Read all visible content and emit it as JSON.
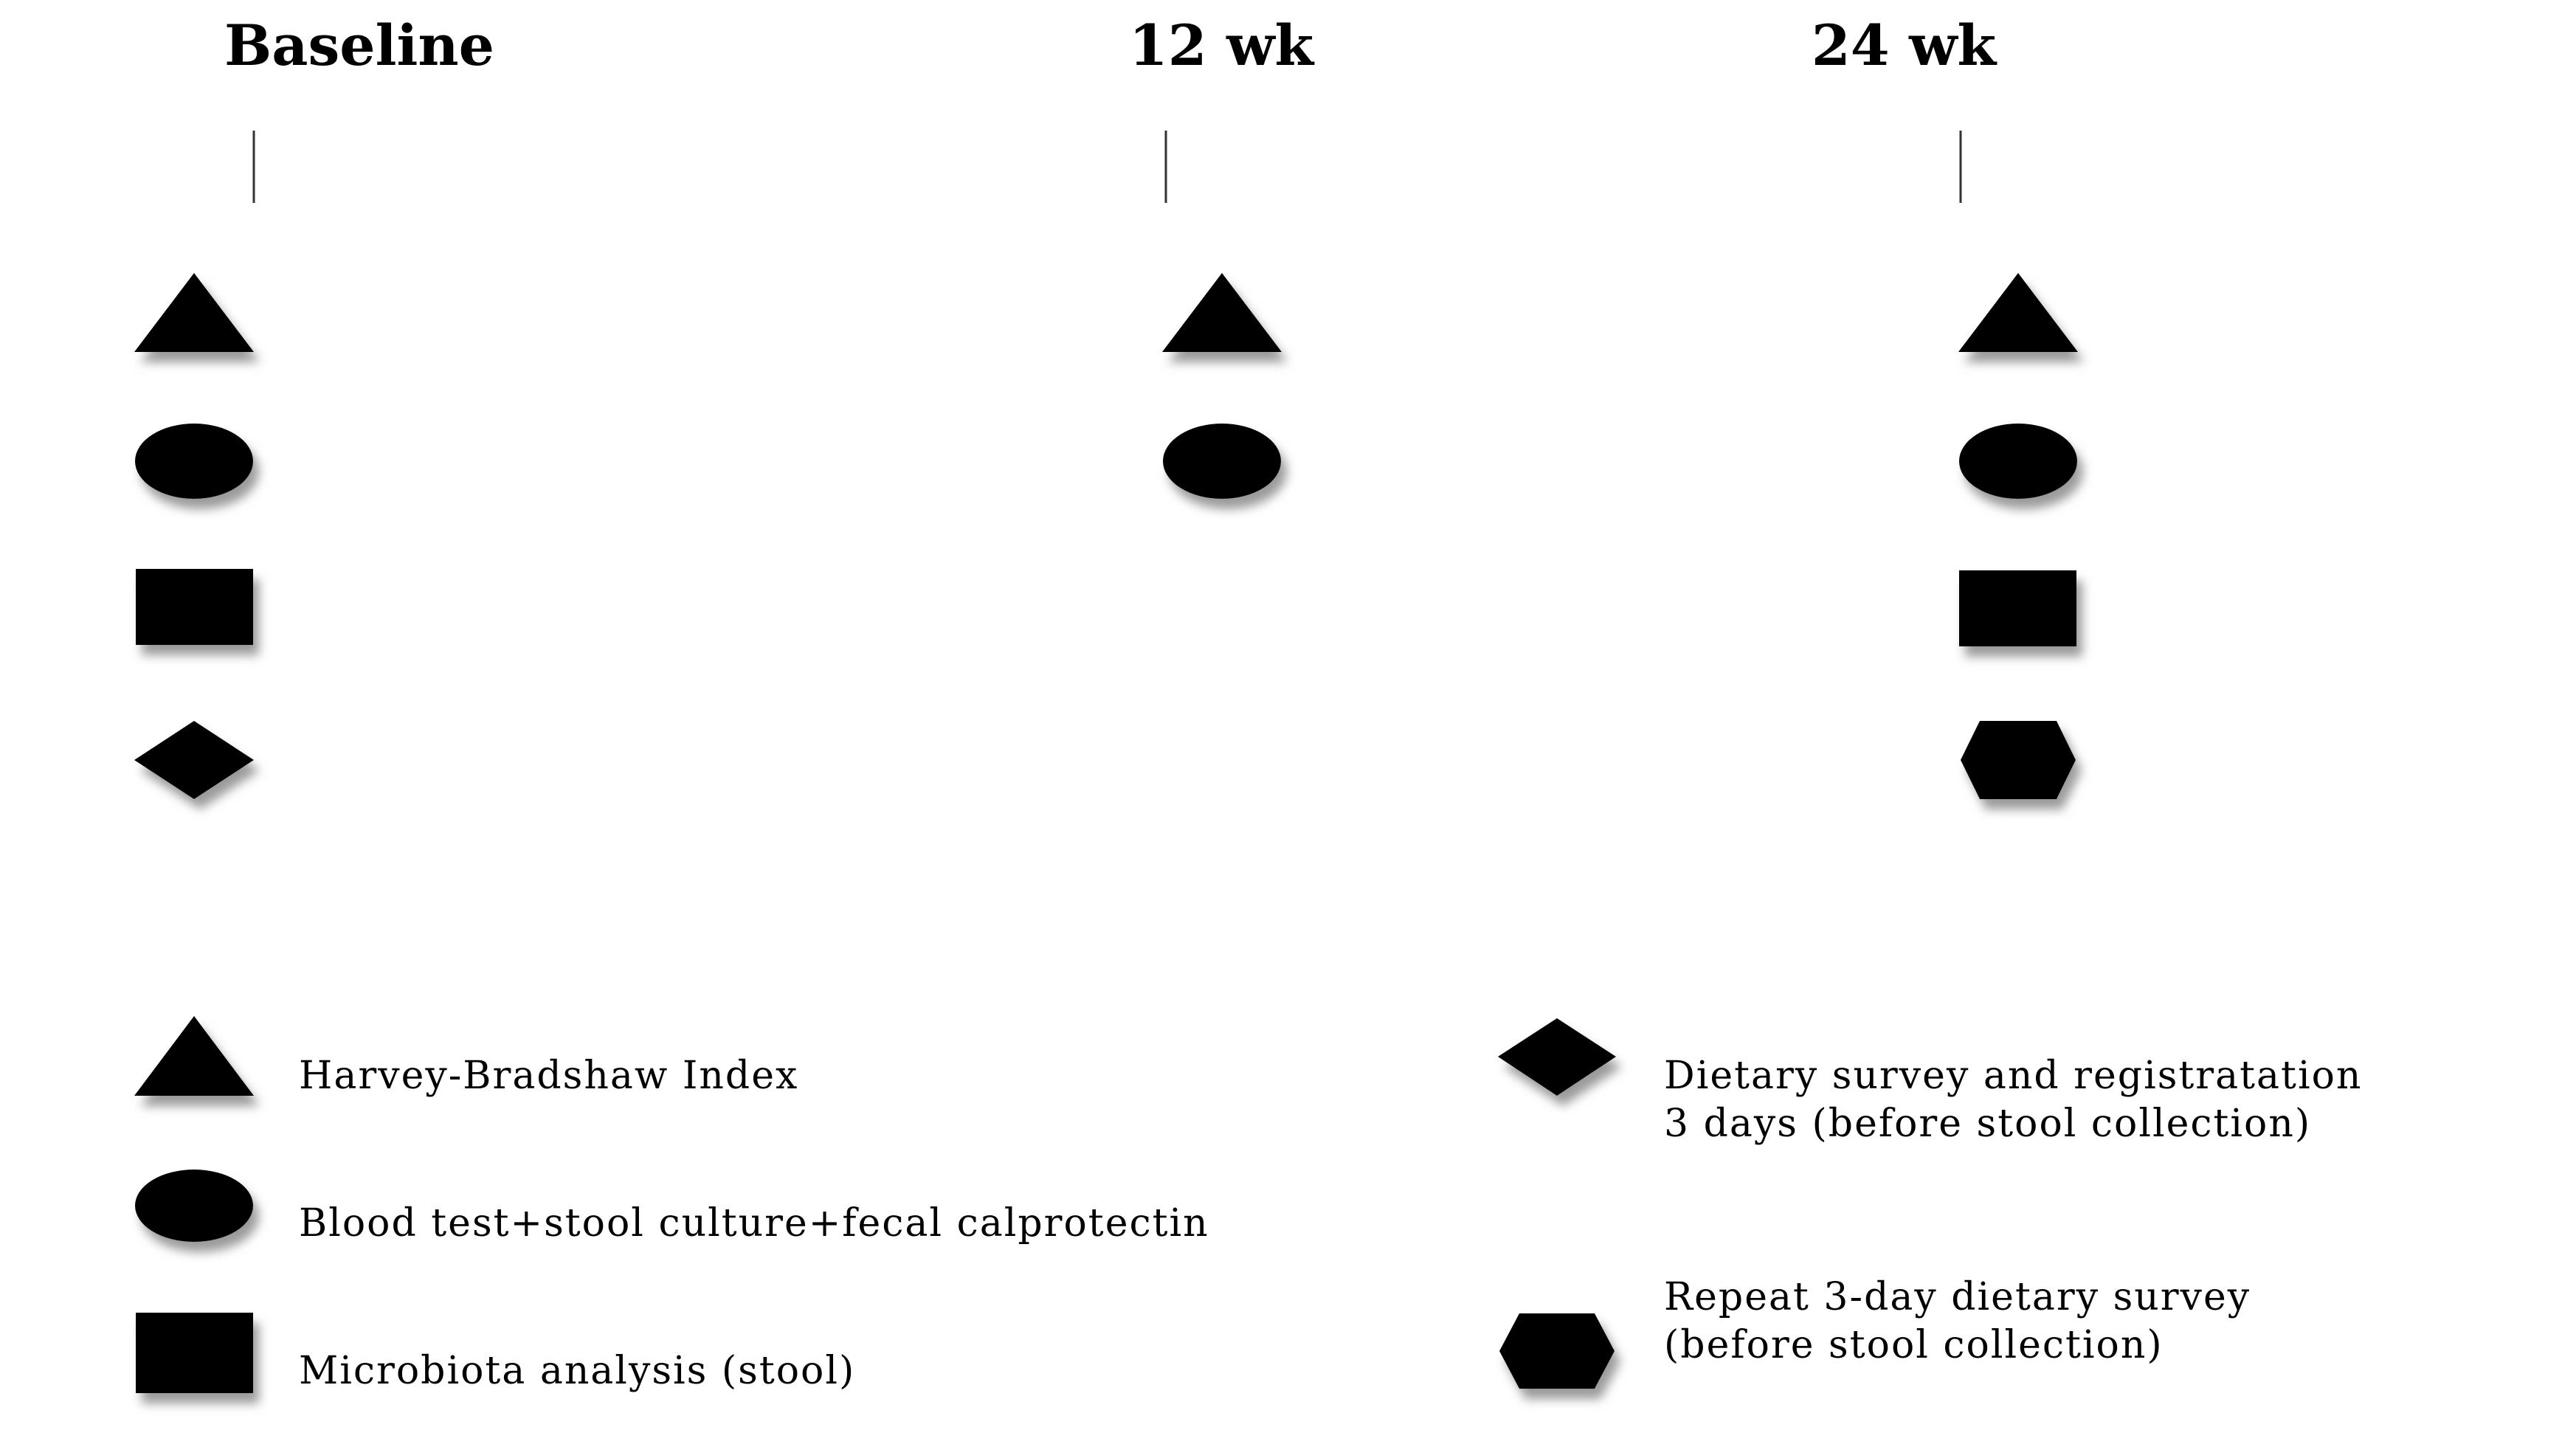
{
  "timepoints": [
    {
      "id": "baseline",
      "label": "Baseline",
      "markers": [
        "triangle",
        "ellipse",
        "square",
        "diamond"
      ]
    },
    {
      "id": "12wk",
      "label": "12 wk",
      "markers": [
        "triangle",
        "ellipse"
      ]
    },
    {
      "id": "24wk",
      "label": "24 wk",
      "markers": [
        "triangle",
        "ellipse",
        "square",
        "hexagon"
      ]
    }
  ],
  "legend": [
    {
      "shape": "triangle",
      "lines": [
        "Harvey-Bradshaw Index"
      ]
    },
    {
      "shape": "ellipse",
      "lines": [
        "Blood test+stool culture+fecal calprotectin"
      ]
    },
    {
      "shape": "square",
      "lines": [
        "Microbiota analysis (stool)"
      ]
    },
    {
      "shape": "diamond",
      "lines": [
        "Dietary survey and registratation",
        "3 days (before stool collection)"
      ]
    },
    {
      "shape": "hexagon",
      "lines": [
        "Repeat 3-day dietary survey",
        "(before stool collection)"
      ]
    }
  ],
  "colors": {
    "shape_fill": "#000000",
    "line": "#000000",
    "shadow": "#9a9a9a",
    "text": "#000000"
  }
}
